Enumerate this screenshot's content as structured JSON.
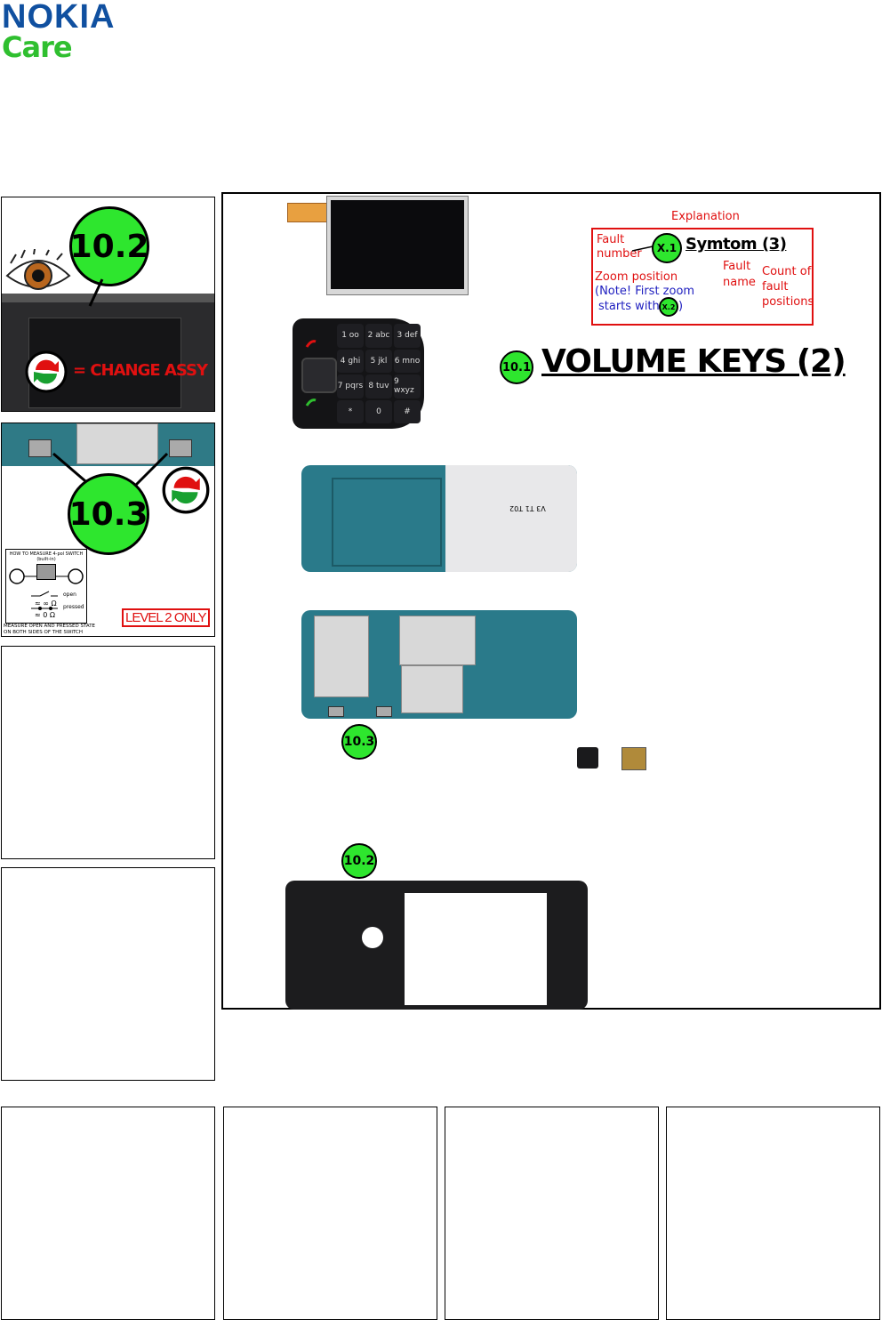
{
  "header": {
    "brand": "NOKIA",
    "sub_brand": "Care"
  },
  "panel_10_2": {
    "badge": "10.2",
    "change_label": "= CHANGE ASSY"
  },
  "panel_10_3": {
    "badge": "10.3",
    "switch_title": "HOW TO MEASURE 4-pol SWITCH (built-in)",
    "state_open": "open",
    "state_pressed": "pressed",
    "res_open": "≈ ∞ Ω",
    "res_pressed": "≈ 0 Ω",
    "measure_note": "MEASURE OPEN AND PRESSED STATE ON BOTH SIDES OF THE SWITCH",
    "level_label": "LEVEL 2 ONLY"
  },
  "explanation": {
    "title": "Explanation",
    "fault_number": [
      "Fault",
      "number"
    ],
    "badge": "X.1",
    "symptom": "Symtom (3)",
    "zoom_position": "Zoom position",
    "note_line1": "(Note! First zoom",
    "note_line2": "starts with",
    "note_badge": "X.2",
    "note_close": ")",
    "fault_name": [
      "Fault",
      "name"
    ],
    "count": [
      "Count of",
      "fault",
      "positions"
    ]
  },
  "main_heading": {
    "badge": "10.1",
    "title": "VOLUME KEYS (2)"
  },
  "keypad": {
    "keys": [
      "1 oo",
      "2 abc",
      "3 def",
      "4 ghi",
      "5 jkl",
      "6 mno",
      "7 pqrs",
      "8 tuv",
      "9 wxyz",
      "*",
      "0",
      "#"
    ]
  },
  "pcb_label": "V3 T1 T02",
  "board_badges": {
    "b1": "10.3",
    "b2": "10.2"
  },
  "colors": {
    "green": "#2ee62e",
    "red": "#e01010",
    "blue": "#2020c0",
    "nokia_blue": "#1050a0"
  }
}
